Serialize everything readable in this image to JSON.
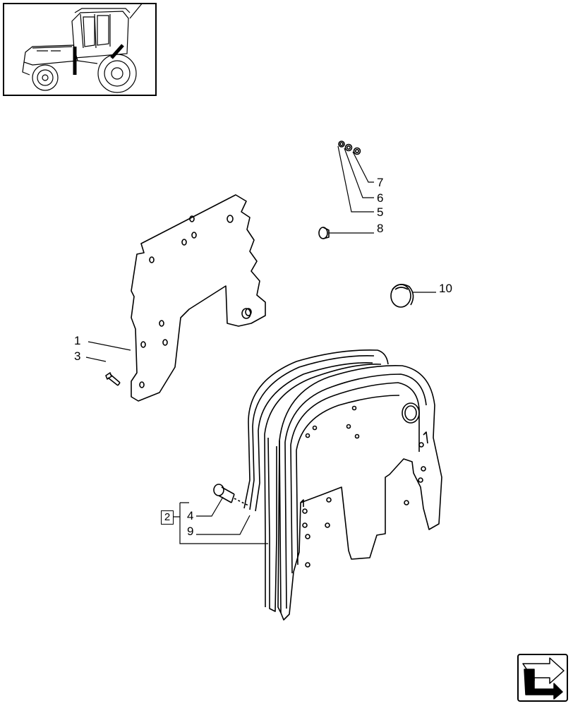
{
  "diagram": {
    "type": "exploded-parts-diagram",
    "subject": "tractor cab side panel / door seal assembly",
    "callouts": {
      "c1": "1",
      "c2": "2",
      "c3": "3",
      "c4": "4",
      "c5": "5",
      "c6": "6",
      "c7": "7",
      "c8": "8",
      "c9": "9",
      "c10": "10"
    },
    "colors": {
      "line": "#000000",
      "background": "#ffffff"
    },
    "icons": {
      "thumbnail": "tractor-thumbnail-icon",
      "navigation": "next-page-arrow-icon"
    }
  }
}
